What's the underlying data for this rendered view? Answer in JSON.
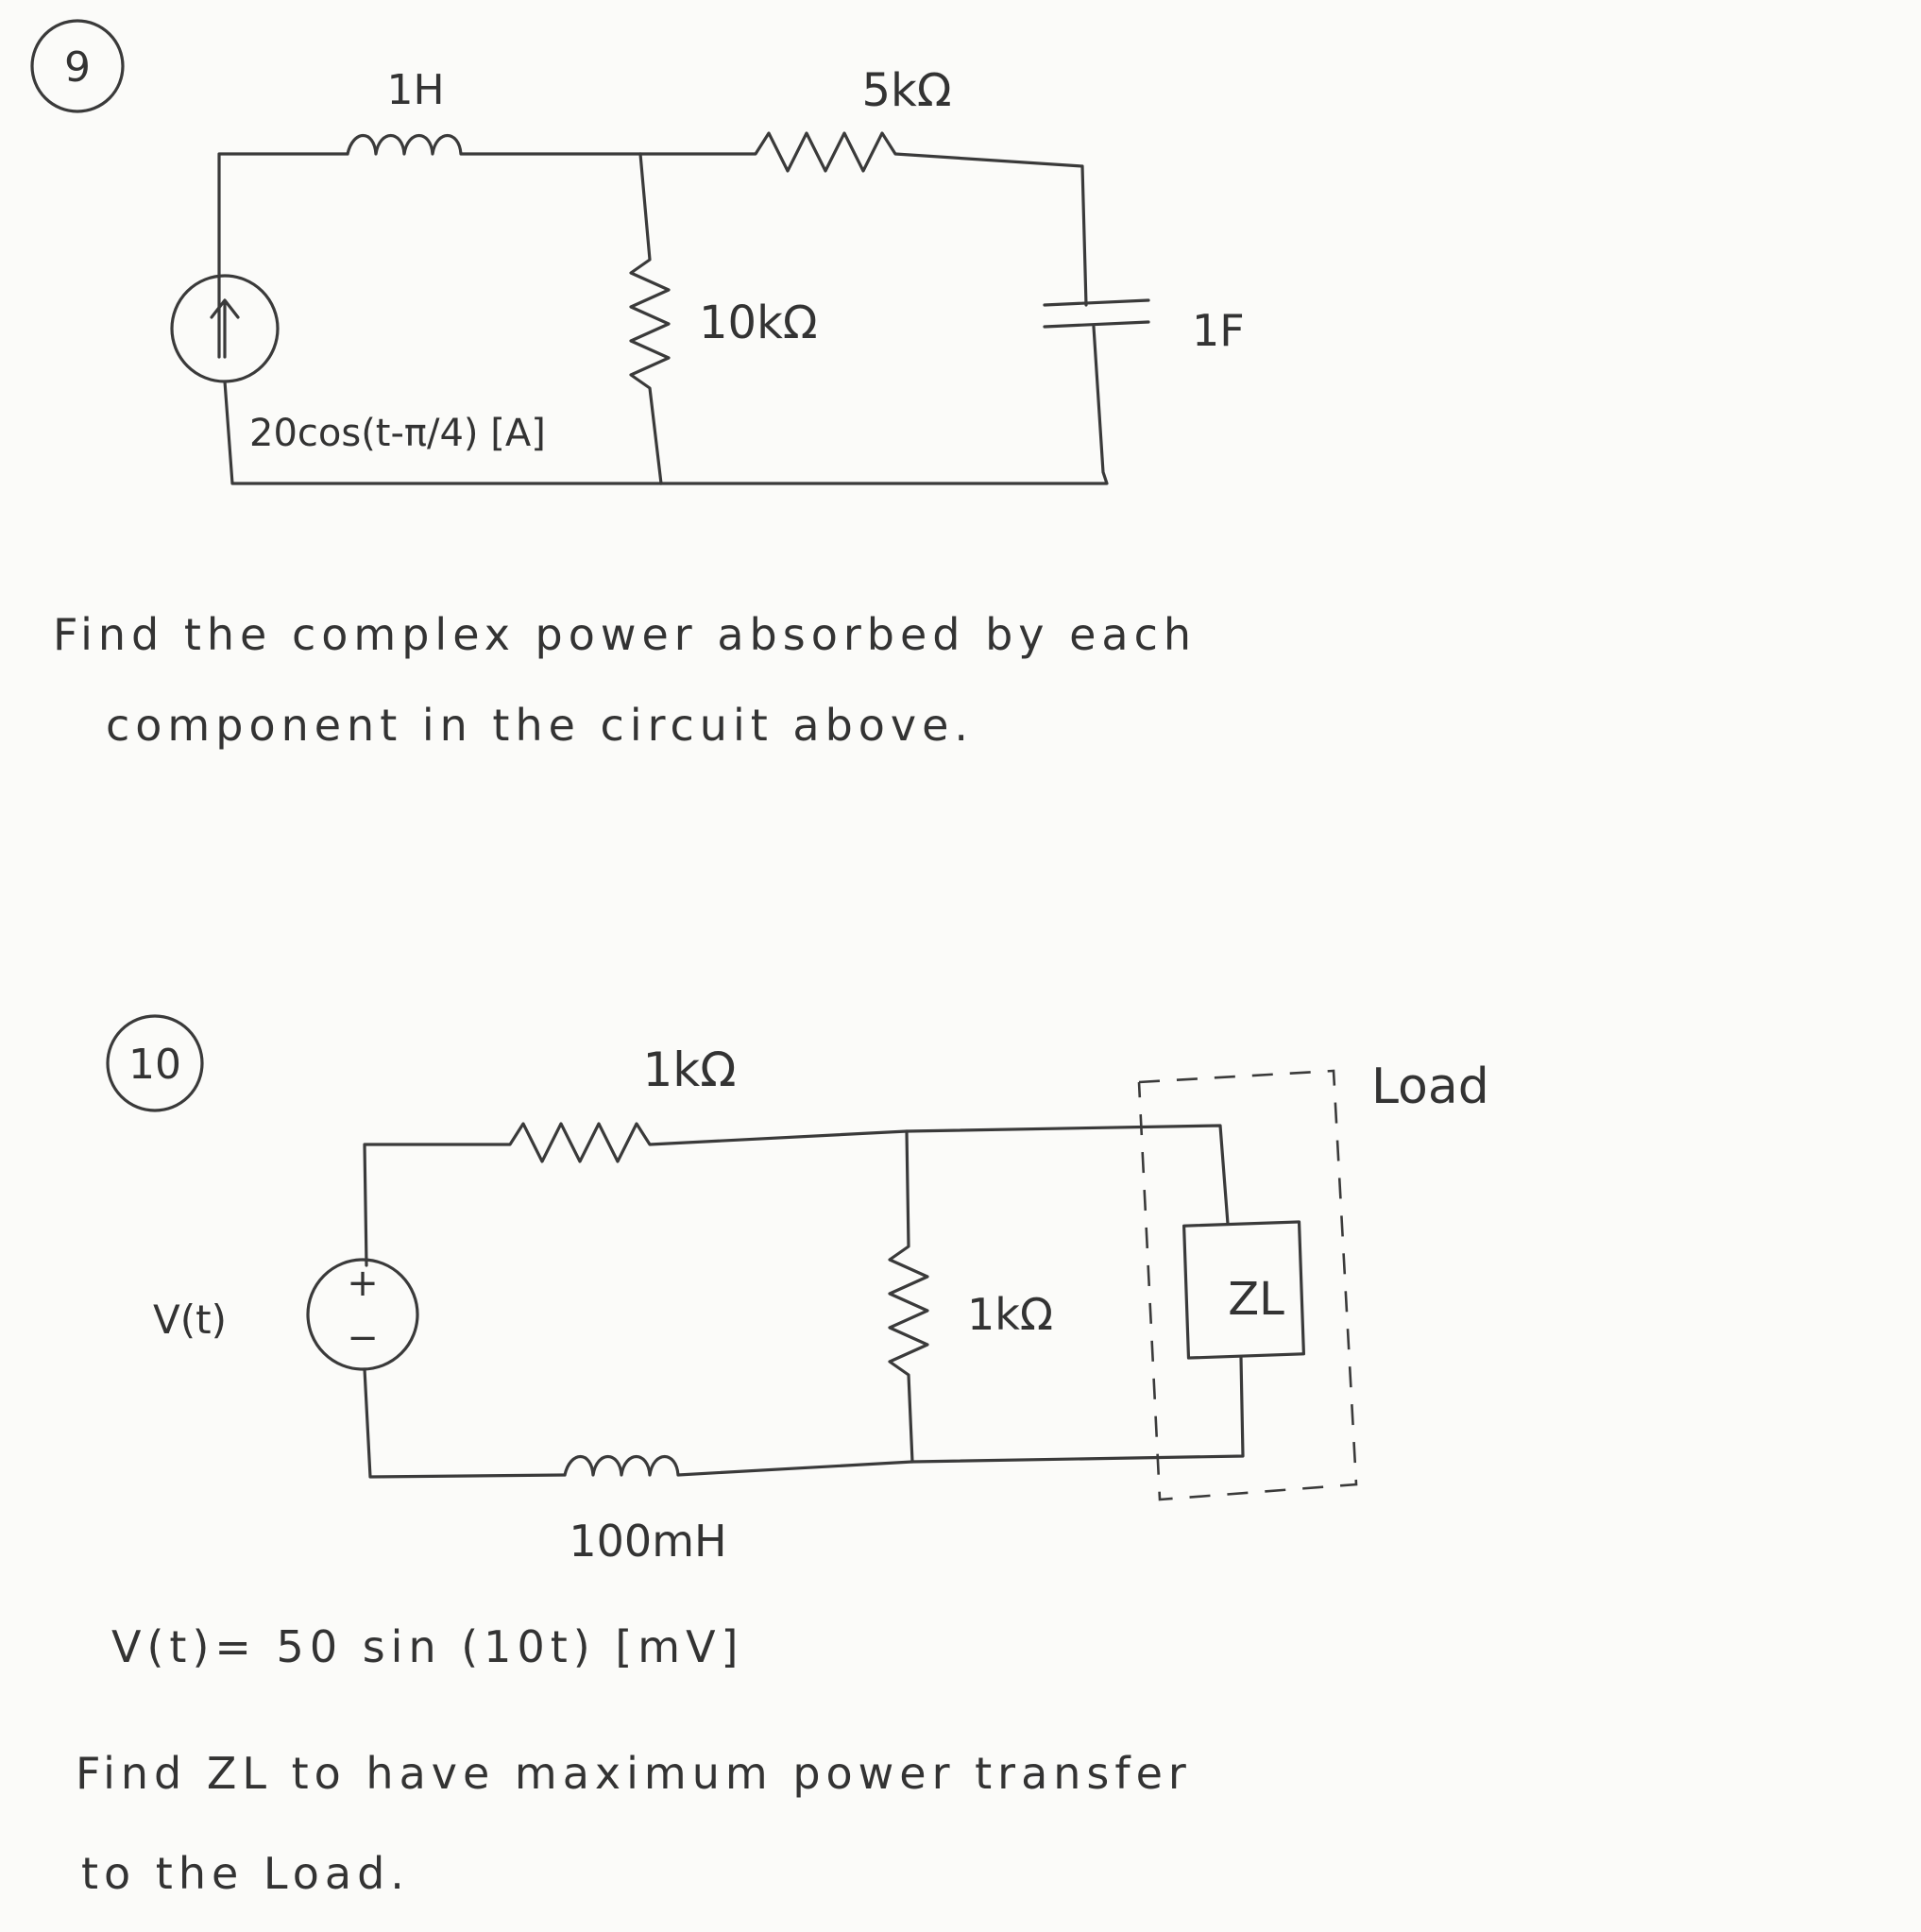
{
  "problem9": {
    "number": "9",
    "inductor_label": "1H",
    "resistor_top_label": "5kΩ",
    "resistor_mid_label": "10kΩ",
    "capacitor_label": "1F",
    "source_label": "20cos(t-π/4) [A]",
    "arrow_glyph": "↑",
    "text_line1": "Find the complex power absorbed by each",
    "text_line2": "component in the circuit above."
  },
  "problem10": {
    "number": "10",
    "resistor_top_label": "1kΩ",
    "resistor_shunt_label": "1kΩ",
    "inductor_label": "100mH",
    "source_name": "V(t)",
    "source_plus": "+",
    "source_minus": "−",
    "load_impedance": "ZL",
    "load_label": "Load",
    "equation": "V(t)= 50 sin (10t) [mV]",
    "text_line1": "Find ZL to have maximum power transfer",
    "text_line2": "to the Load."
  }
}
